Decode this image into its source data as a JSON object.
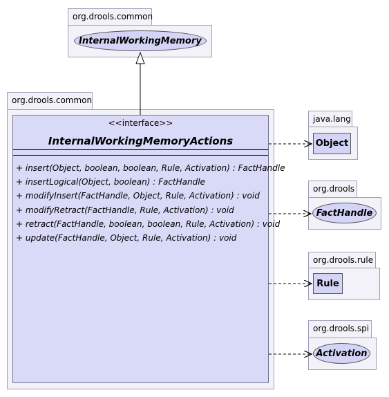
{
  "packages": {
    "top": "org.drools.common",
    "main": "org.drools.common",
    "lang": "java.lang",
    "drools": "org.drools",
    "rule": "org.drools.rule",
    "spi": "org.drools.spi"
  },
  "parent_interface": "InternalWorkingMemory",
  "interface": {
    "stereotype": "<<interface>>",
    "name": "InternalWorkingMemoryActions",
    "operations": [
      "+ insert(Object, boolean, boolean, Rule, Activation) : FactHandle",
      "+ insertLogical(Object, boolean) : FactHandle",
      "+ modifyInsert(FactHandle, Object, Rule, Activation) : void",
      "+ modifyRetract(FactHandle, Rule, Activation) : void",
      "+ retract(FactHandle, boolean, boolean, Rule, Activation) : void",
      "+ update(FactHandle, Object, Rule, Activation) : void"
    ]
  },
  "dependencies": {
    "object": "Object",
    "facthandle": "FactHandle",
    "rule": "Rule",
    "activation": "Activation"
  }
}
